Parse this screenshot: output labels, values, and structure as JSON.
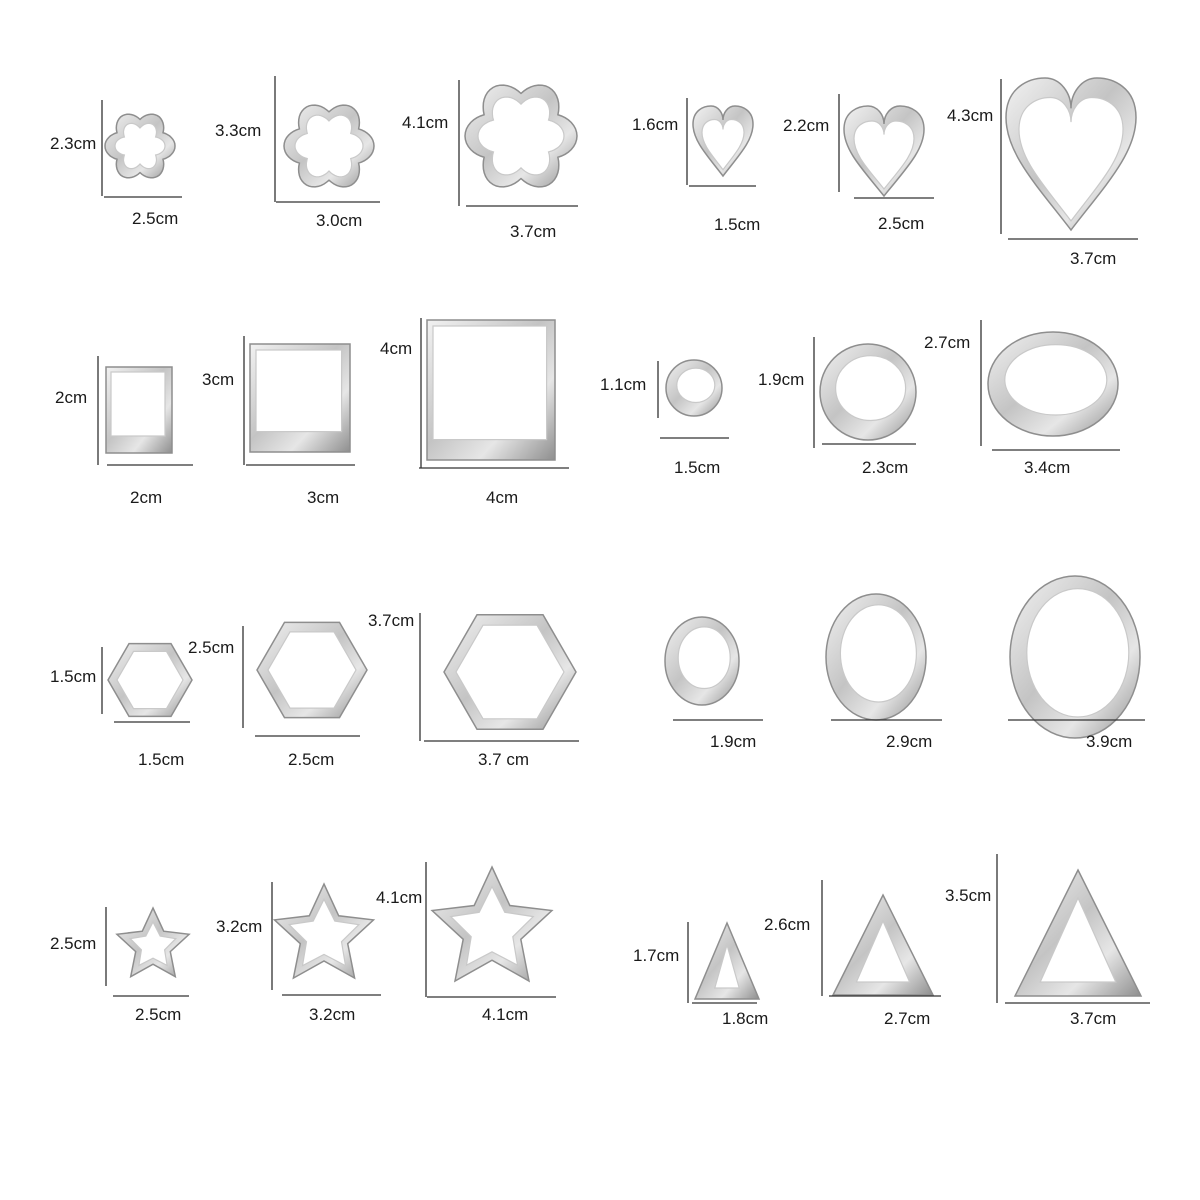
{
  "colors": {
    "steel_light": "#f4f4f4",
    "steel_mid": "#c9c9c9",
    "steel_dark": "#8e8e8e",
    "line": "#333333",
    "background": "#ffffff"
  },
  "cutters": [
    {
      "shape": "flower-icon",
      "height": "2.3cm",
      "width": "2.5cm"
    },
    {
      "shape": "flower-icon",
      "height": "3.3cm",
      "width": "3.0cm"
    },
    {
      "shape": "flower-icon",
      "height": "4.1cm",
      "width": "3.7cm"
    },
    {
      "shape": "heart-icon",
      "height": "1.6cm",
      "width": "1.5cm"
    },
    {
      "shape": "heart-icon",
      "height": "2.2cm",
      "width": "2.5cm"
    },
    {
      "shape": "heart-icon",
      "height": "4.3cm",
      "width": "3.7cm"
    },
    {
      "shape": "square-icon",
      "height": "2cm",
      "width": "2cm"
    },
    {
      "shape": "square-icon",
      "height": "3cm",
      "width": "3cm"
    },
    {
      "shape": "square-icon",
      "height": "4cm",
      "width": "4cm"
    },
    {
      "shape": "oval-icon",
      "height": "1.1cm",
      "width": "1.5cm"
    },
    {
      "shape": "oval-icon",
      "height": "1.9cm",
      "width": "2.3cm"
    },
    {
      "shape": "oval-icon",
      "height": "2.7cm",
      "width": "3.4cm"
    },
    {
      "shape": "hexagon-icon",
      "height": "1.5cm",
      "width": "1.5cm"
    },
    {
      "shape": "hexagon-icon",
      "height": "2.5cm",
      "width": "2.5cm"
    },
    {
      "shape": "hexagon-icon",
      "height": "3.7cm",
      "width": "3.7 cm"
    },
    {
      "shape": "circle-icon",
      "height": "",
      "width": "1.9cm"
    },
    {
      "shape": "circle-icon",
      "height": "",
      "width": "2.9cm"
    },
    {
      "shape": "circle-icon",
      "height": "",
      "width": "3.9cm"
    },
    {
      "shape": "star-icon",
      "height": "2.5cm",
      "width": "2.5cm"
    },
    {
      "shape": "star-icon",
      "height": "3.2cm",
      "width": "3.2cm"
    },
    {
      "shape": "star-icon",
      "height": "4.1cm",
      "width": "4.1cm"
    },
    {
      "shape": "triangle-icon",
      "height": "1.7cm",
      "width": "1.8cm"
    },
    {
      "shape": "triangle-icon",
      "height": "2.6cm",
      "width": "2.7cm"
    },
    {
      "shape": "triangle-icon",
      "height": "3.5cm",
      "width": "3.7cm"
    }
  ]
}
